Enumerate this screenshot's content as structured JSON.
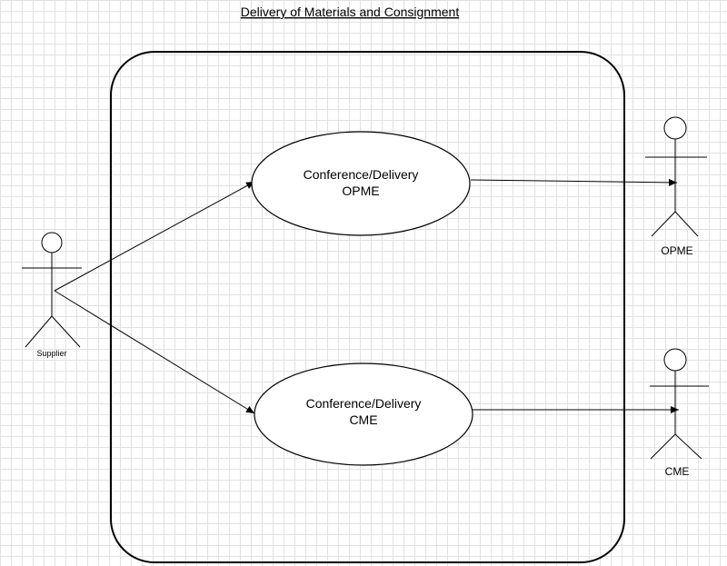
{
  "diagram": {
    "title": "Delivery of Materials and Consignment",
    "use_cases": [
      {
        "line1": "Conference/Delivery",
        "line2": "OPME"
      },
      {
        "line1": "Conference/Delivery",
        "line2": "CME"
      }
    ],
    "actors": [
      {
        "label": "Supplier"
      },
      {
        "label": "OPME"
      },
      {
        "label": "CME"
      }
    ]
  },
  "colors": {
    "stroke": "#000000",
    "grid": "#e2e2e2",
    "background": "#ffffff"
  }
}
